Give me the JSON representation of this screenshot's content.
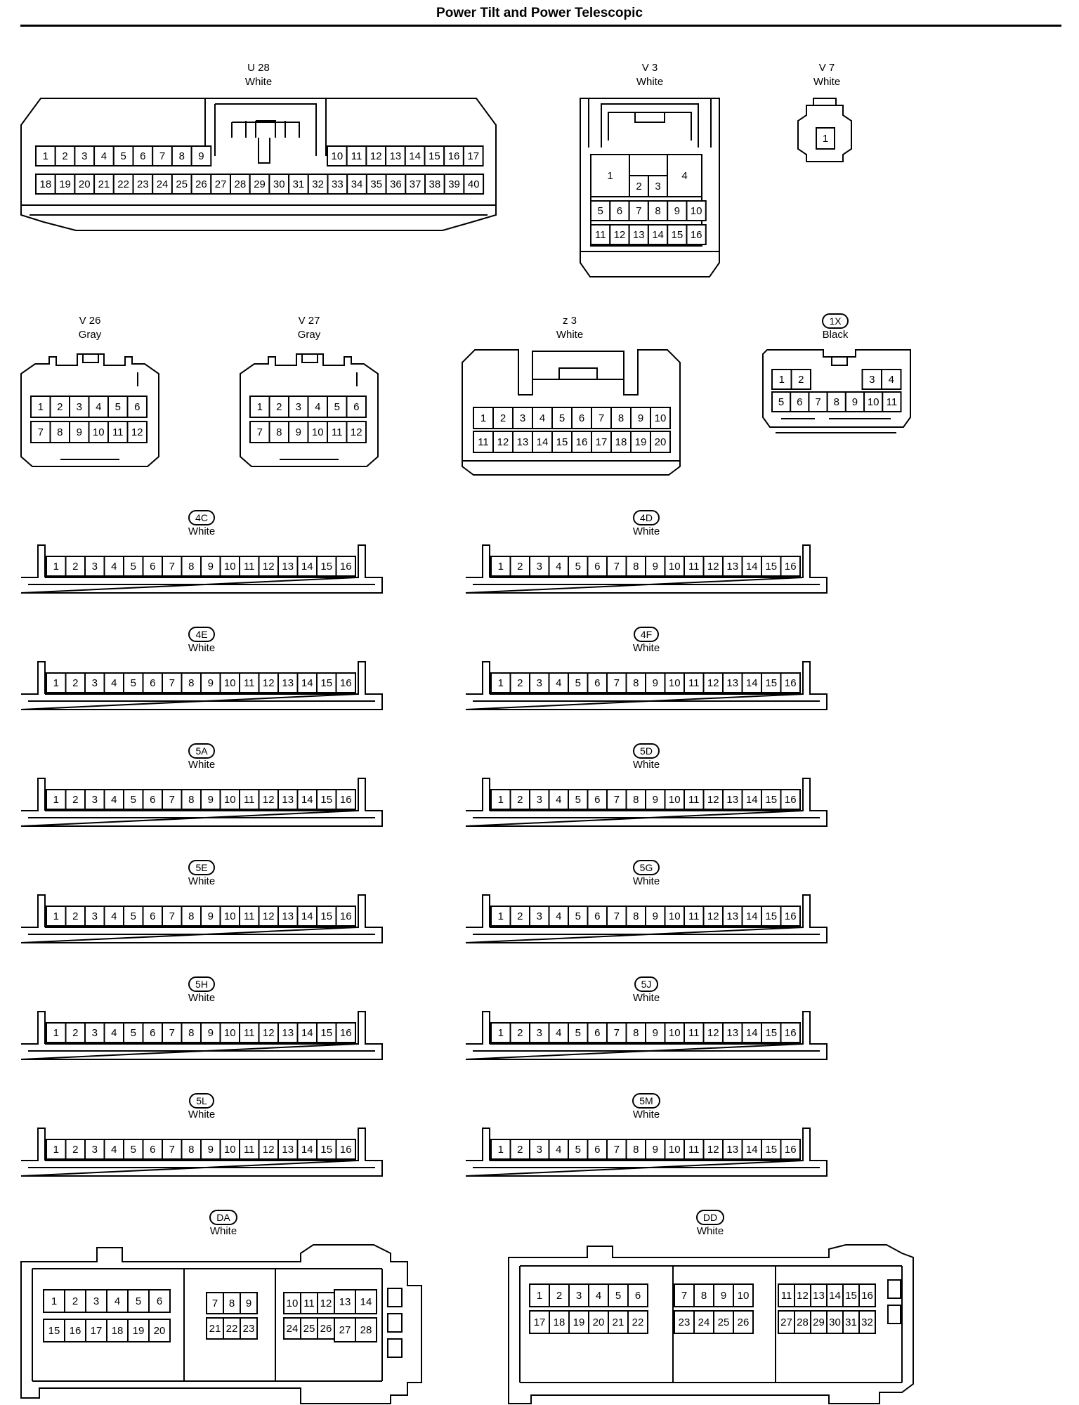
{
  "title": "Power Tilt and Power Telescopic",
  "connectors": {
    "u28": {
      "code": "U 28",
      "color": "White",
      "pins_top": [
        "1",
        "2",
        "3",
        "4",
        "5",
        "6",
        "7",
        "8",
        "9",
        "10",
        "11",
        "12",
        "13",
        "14",
        "15",
        "16",
        "17"
      ],
      "pins_bottom": [
        "18",
        "19",
        "20",
        "21",
        "22",
        "23",
        "24",
        "25",
        "26",
        "27",
        "28",
        "29",
        "30",
        "31",
        "32",
        "33",
        "34",
        "35",
        "36",
        "37",
        "38",
        "39",
        "40"
      ]
    },
    "v3": {
      "code": "V 3",
      "color": "White",
      "pins": [
        "1",
        "2",
        "3",
        "4",
        "5",
        "6",
        "7",
        "8",
        "9",
        "10",
        "11",
        "12",
        "13",
        "14",
        "15",
        "16"
      ]
    },
    "v7": {
      "code": "V 7",
      "color": "White",
      "pins": [
        "1"
      ]
    },
    "v26": {
      "code": "V 26",
      "color": "Gray",
      "pins": [
        "1",
        "2",
        "3",
        "4",
        "5",
        "6",
        "7",
        "8",
        "9",
        "10",
        "11",
        "12"
      ]
    },
    "v27": {
      "code": "V 27",
      "color": "Gray",
      "pins": [
        "1",
        "2",
        "3",
        "4",
        "5",
        "6",
        "7",
        "8",
        "9",
        "10",
        "11",
        "12"
      ]
    },
    "z3": {
      "code": "z 3",
      "color": "White",
      "pins": [
        "1",
        "2",
        "3",
        "4",
        "5",
        "6",
        "7",
        "8",
        "9",
        "10",
        "11",
        "12",
        "13",
        "14",
        "15",
        "16",
        "17",
        "18",
        "19",
        "20"
      ]
    },
    "1x": {
      "code": "1X",
      "color": "Black",
      "pins": [
        "1",
        "2",
        "3",
        "4",
        "5",
        "6",
        "7",
        "8",
        "9",
        "10",
        "11"
      ]
    },
    "4c": {
      "code": "4C",
      "color": "White",
      "pins": [
        "1",
        "2",
        "3",
        "4",
        "5",
        "6",
        "7",
        "8",
        "9",
        "10",
        "11",
        "12",
        "13",
        "14",
        "15",
        "16"
      ]
    },
    "4d": {
      "code": "4D",
      "color": "White",
      "pins": [
        "1",
        "2",
        "3",
        "4",
        "5",
        "6",
        "7",
        "8",
        "9",
        "10",
        "11",
        "12",
        "13",
        "14",
        "15",
        "16"
      ]
    },
    "4e": {
      "code": "4E",
      "color": "White",
      "pins": [
        "1",
        "2",
        "3",
        "4",
        "5",
        "6",
        "7",
        "8",
        "9",
        "10",
        "11",
        "12",
        "13",
        "14",
        "15",
        "16"
      ]
    },
    "4f": {
      "code": "4F",
      "color": "White",
      "pins": [
        "1",
        "2",
        "3",
        "4",
        "5",
        "6",
        "7",
        "8",
        "9",
        "10",
        "11",
        "12",
        "13",
        "14",
        "15",
        "16"
      ]
    },
    "5a": {
      "code": "5A",
      "color": "White",
      "pins": [
        "1",
        "2",
        "3",
        "4",
        "5",
        "6",
        "7",
        "8",
        "9",
        "10",
        "11",
        "12",
        "13",
        "14",
        "15",
        "16"
      ]
    },
    "5d": {
      "code": "5D",
      "color": "White",
      "pins": [
        "1",
        "2",
        "3",
        "4",
        "5",
        "6",
        "7",
        "8",
        "9",
        "10",
        "11",
        "12",
        "13",
        "14",
        "15",
        "16"
      ]
    },
    "5e": {
      "code": "5E",
      "color": "White",
      "pins": [
        "1",
        "2",
        "3",
        "4",
        "5",
        "6",
        "7",
        "8",
        "9",
        "10",
        "11",
        "12",
        "13",
        "14",
        "15",
        "16"
      ]
    },
    "5g": {
      "code": "5G",
      "color": "White",
      "pins": [
        "1",
        "2",
        "3",
        "4",
        "5",
        "6",
        "7",
        "8",
        "9",
        "10",
        "11",
        "12",
        "13",
        "14",
        "15",
        "16"
      ]
    },
    "5h": {
      "code": "5H",
      "color": "White",
      "pins": [
        "1",
        "2",
        "3",
        "4",
        "5",
        "6",
        "7",
        "8",
        "9",
        "10",
        "11",
        "12",
        "13",
        "14",
        "15",
        "16"
      ]
    },
    "5j": {
      "code": "5J",
      "color": "White",
      "pins": [
        "1",
        "2",
        "3",
        "4",
        "5",
        "6",
        "7",
        "8",
        "9",
        "10",
        "11",
        "12",
        "13",
        "14",
        "15",
        "16"
      ]
    },
    "5l": {
      "code": "5L",
      "color": "White",
      "pins": [
        "1",
        "2",
        "3",
        "4",
        "5",
        "6",
        "7",
        "8",
        "9",
        "10",
        "11",
        "12",
        "13",
        "14",
        "15",
        "16"
      ]
    },
    "5m": {
      "code": "5M",
      "color": "White",
      "pins": [
        "1",
        "2",
        "3",
        "4",
        "5",
        "6",
        "7",
        "8",
        "9",
        "10",
        "11",
        "12",
        "13",
        "14",
        "15",
        "16"
      ]
    },
    "da": {
      "code": "DA",
      "color": "White",
      "pins": [
        "1",
        "2",
        "3",
        "4",
        "5",
        "6",
        "15",
        "16",
        "17",
        "18",
        "19",
        "20",
        "7",
        "8",
        "9",
        "21",
        "22",
        "23",
        "10",
        "11",
        "12",
        "13",
        "14",
        "24",
        "25",
        "26",
        "27",
        "28"
      ]
    },
    "dd": {
      "code": "DD",
      "color": "White",
      "pins": [
        "1",
        "2",
        "3",
        "4",
        "5",
        "6",
        "17",
        "18",
        "19",
        "20",
        "21",
        "22",
        "7",
        "8",
        "9",
        "10",
        "23",
        "24",
        "25",
        "26",
        "11",
        "12",
        "13",
        "14",
        "15",
        "16",
        "27",
        "28",
        "29",
        "30",
        "31",
        "32"
      ]
    }
  }
}
